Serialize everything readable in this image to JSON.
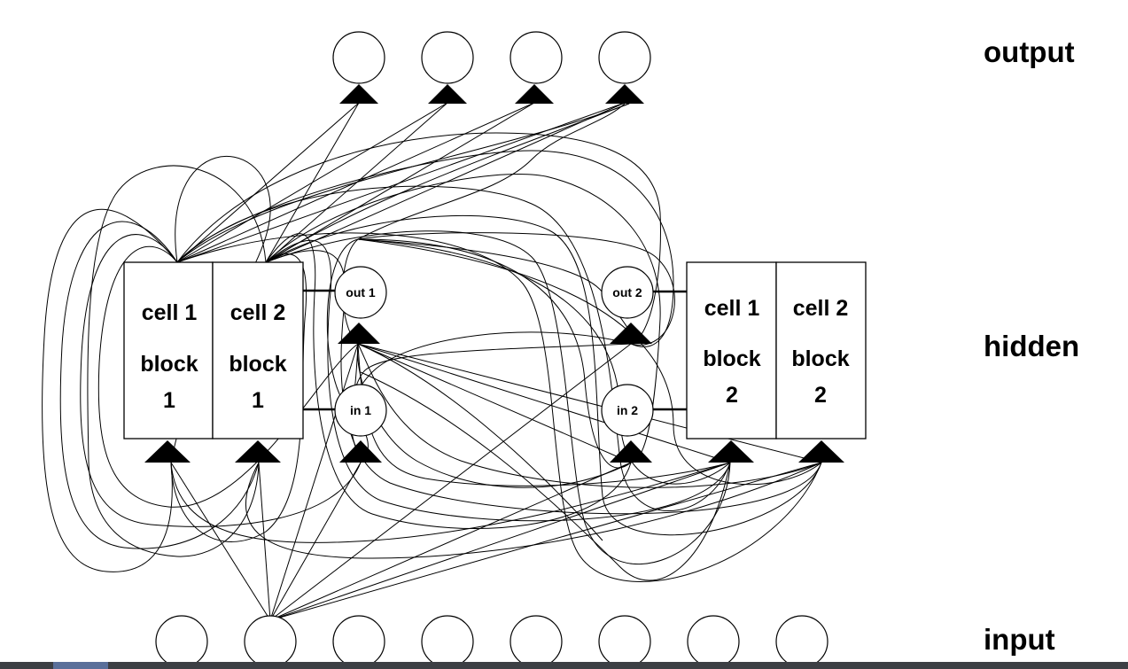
{
  "labels": {
    "output": "output",
    "hidden": "hidden",
    "input": "input"
  },
  "block1": {
    "cells": [
      {
        "line1": "cell 1",
        "line2": "block",
        "line3": "1"
      },
      {
        "line1": "cell 2",
        "line2": "block",
        "line3": "1"
      }
    ],
    "out_gate": "out 1",
    "in_gate": "in 1"
  },
  "block2": {
    "cells": [
      {
        "line1": "cell 1",
        "line2": "block",
        "line3": "2"
      },
      {
        "line1": "cell 2",
        "line2": "block",
        "line3": "2"
      }
    ],
    "out_gate": "out 2",
    "in_gate": "in 2"
  },
  "output_node_count": 4,
  "input_node_count": 8,
  "colors": {
    "stroke": "#000000",
    "background": "#ffffff",
    "taskbar": "#3c3f44"
  }
}
